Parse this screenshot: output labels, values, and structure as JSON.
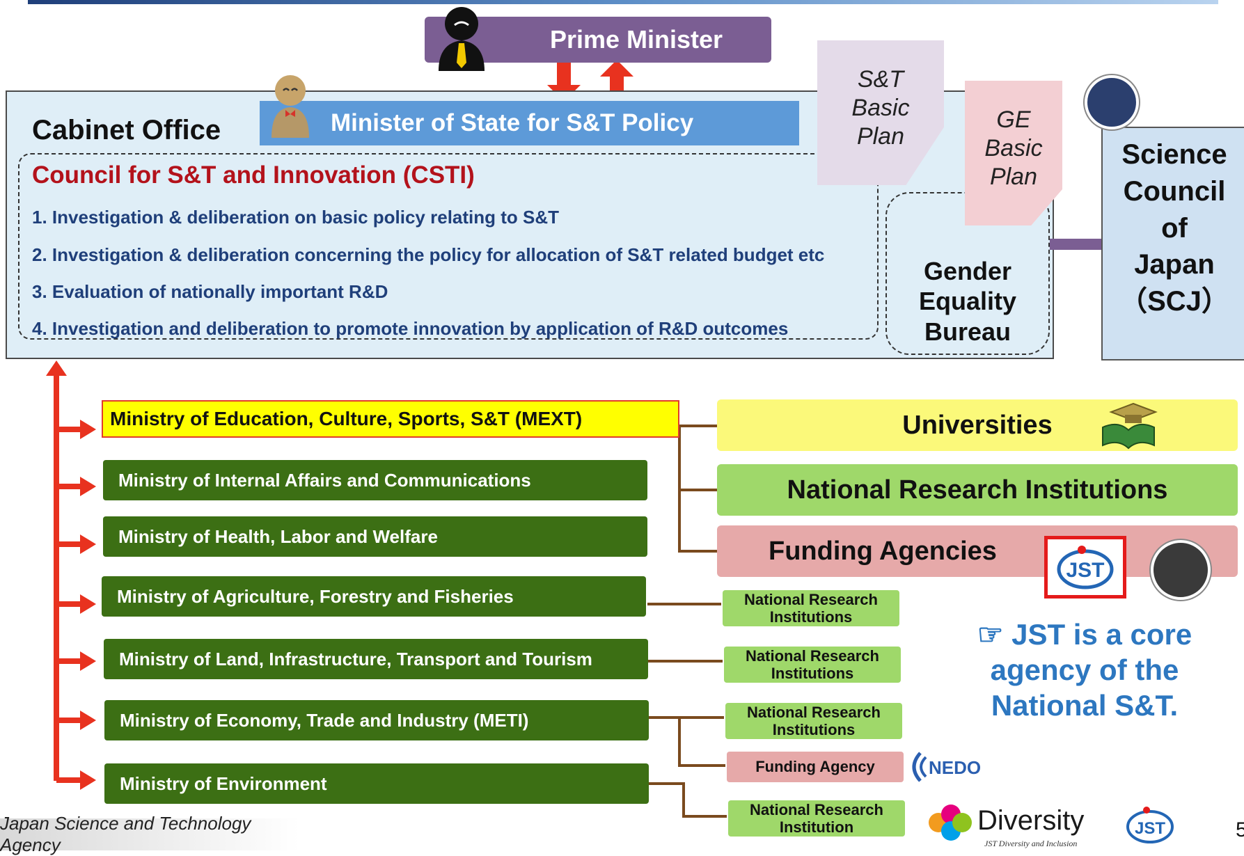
{
  "prime_minister": "Prime Minister",
  "cabinet_office": {
    "title": "Cabinet Office",
    "minister": "Minister of State for S&T Policy",
    "csti": {
      "title": "Council for S&T and Innovation (CSTI)",
      "items": [
        "1. Investigation & deliberation on basic policy relating to S&T",
        "2. Investigation & deliberation concerning the policy for allocation of S&T related budget etc",
        "3. Evaluation of nationally important R&D",
        "4. Investigation and deliberation  to promote innovation by application of R&D outcomes"
      ]
    },
    "gender_bureau": [
      "Gender",
      "Equality",
      "Bureau"
    ]
  },
  "plans": {
    "st_basic_plan": [
      "S&T",
      "Basic",
      "Plan"
    ],
    "ge_basic_plan": [
      "GE",
      "Basic",
      "Plan"
    ]
  },
  "scj": [
    "Science",
    "Council",
    "of",
    "Japan",
    "（SCJ）"
  ],
  "ministries": {
    "mext": "Ministry of Education, Culture, Sports, S&T (MEXT)",
    "internal_affairs": "Ministry of Internal Affairs and Communications",
    "health": "Ministry of Health, Labor and Welfare",
    "agriculture": "Ministry of Agriculture, Forestry and Fisheries",
    "land": "Ministry of Land, Infrastructure, Transport and Tourism",
    "economy": "Ministry of Economy, Trade and Industry (METI)",
    "environment": "Ministry of Environment"
  },
  "mext_bodies": {
    "universities": "Universities",
    "nri": "National Research Institutions",
    "funding": "Funding Agencies"
  },
  "small_boxes": {
    "nri_agri": "National Research Institutions",
    "nri_land": "National Research Institutions",
    "nri_meti": "National Research Institutions",
    "funding_agency": "Funding Agency",
    "nri_env": "National Research Institution"
  },
  "logos": {
    "jst": "JST",
    "nedo": "NEDO",
    "diversity": "Diversity",
    "diversity_sub": "JST Diversity and Inclusion"
  },
  "jst_note": [
    "☞ JST is a core",
    "agency of the",
    "National S&T."
  ],
  "footer": "Japan Science and Technology Agency",
  "page_number": "5",
  "colors": {
    "prime_minister_bg": "#7b5e93",
    "minister_bg": "#5d9ad8",
    "ministry_bg": "#3c6f14",
    "csti_title": "#b3121b",
    "arrow_red": "#e8321f",
    "jst_note": "#2d77c0"
  }
}
